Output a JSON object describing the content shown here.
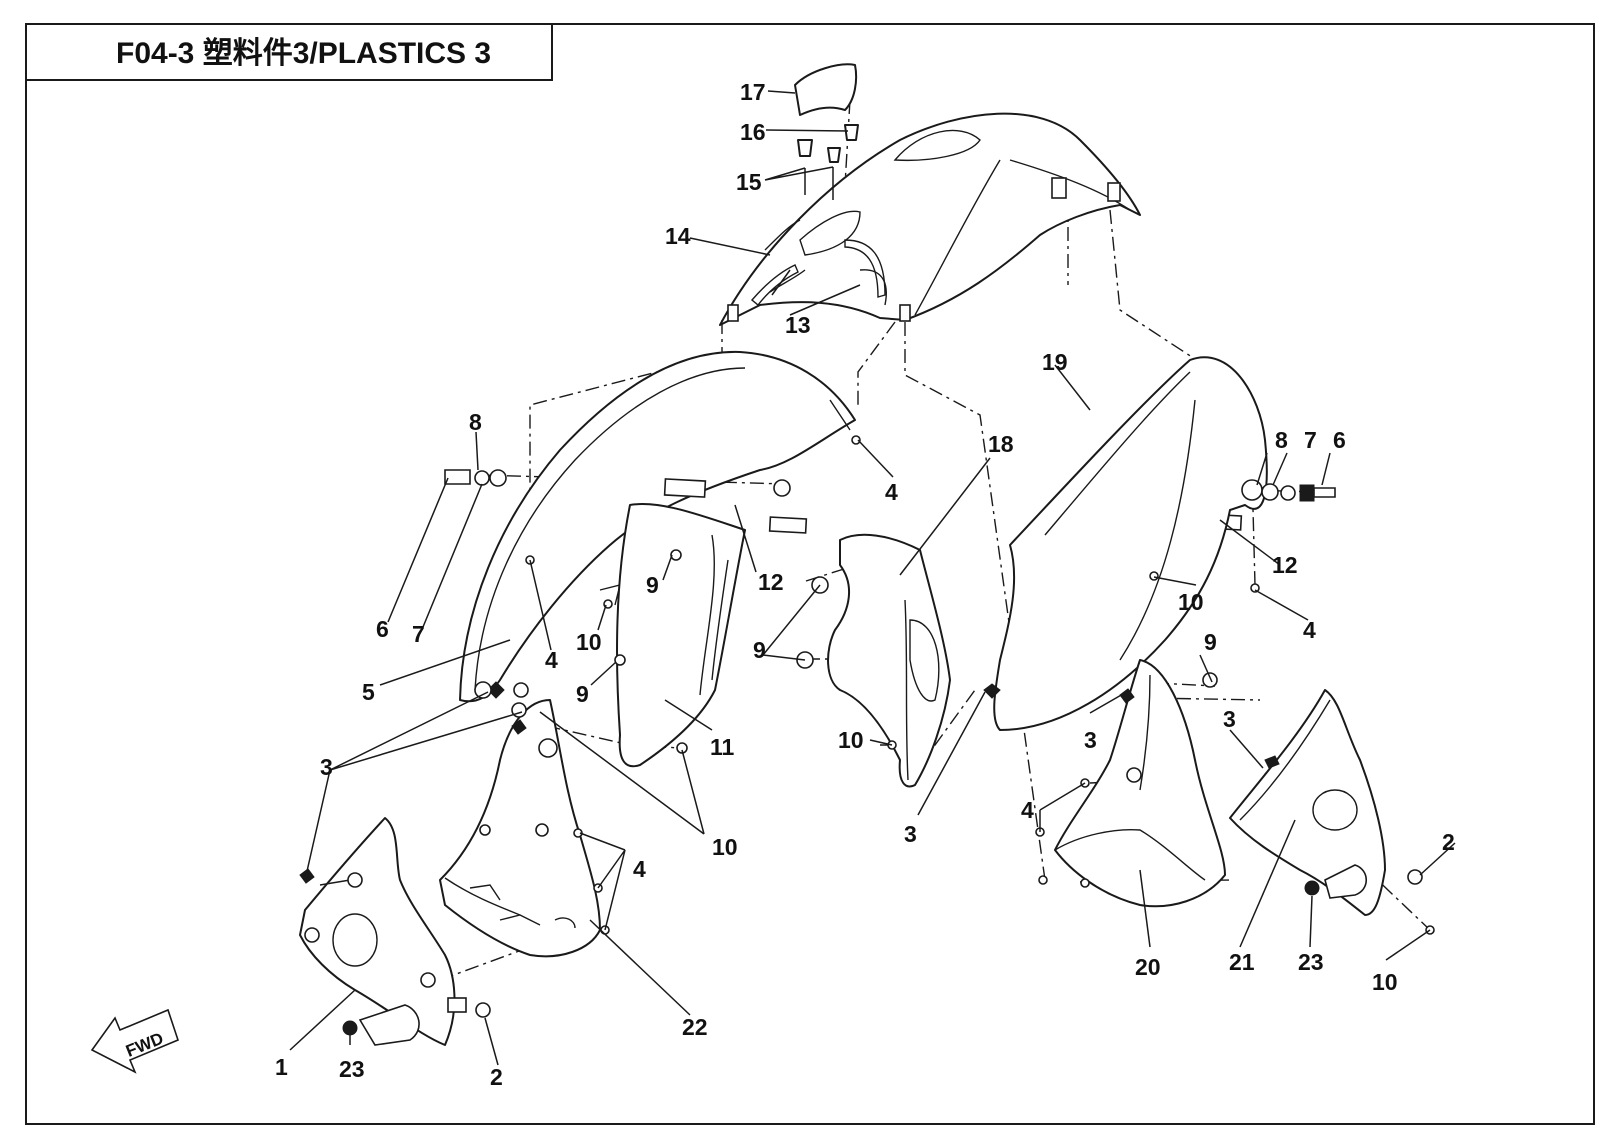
{
  "title": "F04-3 塑料件3/PLASTICS 3",
  "fwd_label": "FWD",
  "callouts": [
    "17",
    "16",
    "15",
    "14",
    "13",
    "19",
    "18",
    "8",
    "7",
    "6",
    "12",
    "4",
    "9",
    "10",
    "5",
    "3",
    "11",
    "1",
    "23",
    "2",
    "22",
    "20",
    "21"
  ]
}
